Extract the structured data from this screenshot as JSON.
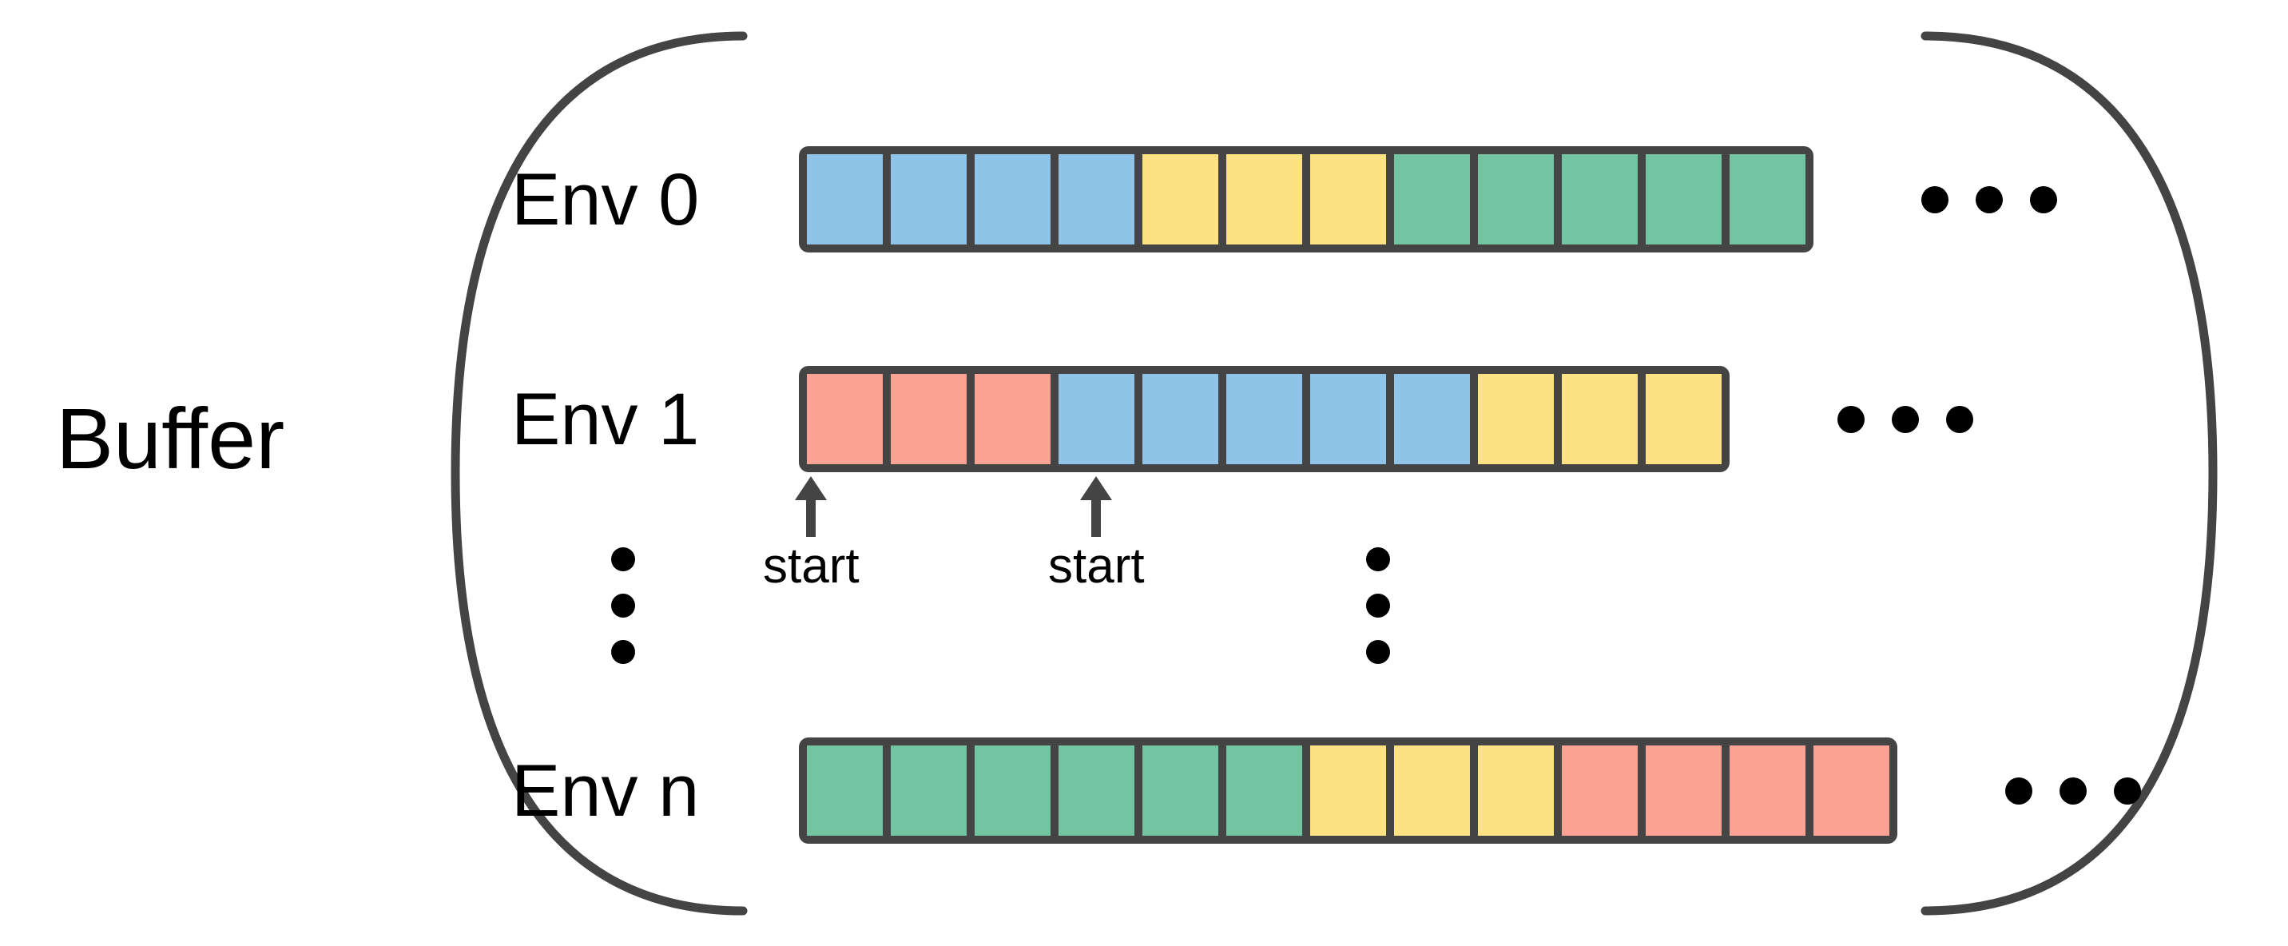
{
  "figure": {
    "buffer_label": "Buffer",
    "bracket_color": "#444444",
    "cell_border_color": "#444444",
    "palette": {
      "blue": "#8FC3E8",
      "yellow": "#FCE283",
      "green": "#72C5A0",
      "red": "#FBA294"
    },
    "ellipsis_glyph": "•",
    "rows": [
      {
        "label": "Env 0",
        "cells": [
          "blue",
          "blue",
          "blue",
          "blue",
          "yellow",
          "yellow",
          "yellow",
          "green",
          "green",
          "green",
          "green",
          "green"
        ],
        "cell_count": 12,
        "trailing_ellipsis": true
      },
      {
        "label": "Env 1",
        "cells": [
          "red",
          "red",
          "red",
          "blue",
          "blue",
          "blue",
          "blue",
          "blue",
          "yellow",
          "yellow",
          "yellow"
        ],
        "cell_count": 11,
        "trailing_ellipsis": true
      },
      {
        "label": "Env n",
        "cells": [
          "green",
          "green",
          "green",
          "green",
          "green",
          "green",
          "yellow",
          "yellow",
          "yellow",
          "red",
          "red",
          "red",
          "red"
        ],
        "cell_count": 13,
        "trailing_ellipsis": true
      }
    ],
    "start_markers": [
      {
        "label": "start",
        "row": "Env 1",
        "cell_index": 0
      },
      {
        "label": "start",
        "row": "Env 1",
        "cell_index": 3
      }
    ],
    "vertical_ellipses": 2
  }
}
